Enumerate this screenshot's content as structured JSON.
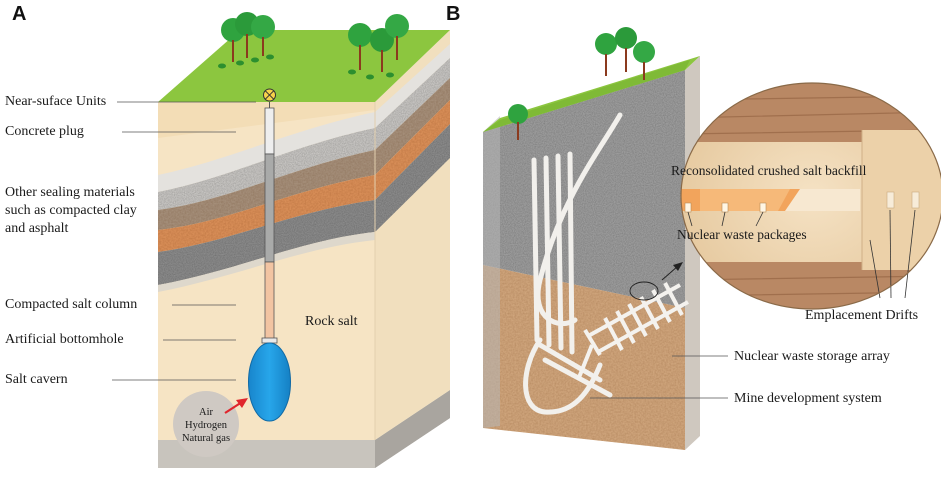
{
  "panels": {
    "a": {
      "letter": "A",
      "labels": {
        "near_surface": "Near-suface Units",
        "concrete_plug": "Concrete plug",
        "sealing_line1": "Other sealing materials",
        "sealing_line2": "such as compacted clay",
        "sealing_line3": "and asphalt",
        "salt_column": "Compacted salt column",
        "bottomhole": "Artificial bottomhole",
        "salt_cavern": "Salt cavern",
        "rock_salt": "Rock salt",
        "gas_air": "Air",
        "gas_hydrogen": "Hydrogen",
        "gas_natural": "Natural gas"
      }
    },
    "b": {
      "letter": "B",
      "labels": {
        "backfill": "Reconsolidated crushed salt backfill",
        "waste_packages": "Nuclear waste packages",
        "emplacement_drifts": "Emplacement Drifts",
        "storage_array": "Nuclear waste storage array",
        "mine_system": "Mine development system"
      }
    }
  },
  "colors": {
    "grass": "#8cc63f",
    "sand": "#f2dcb5",
    "salt": "#f6e6c8",
    "cavern": "#1f9be0",
    "arrow": "#e0262c",
    "granite": "#9b9b9b",
    "brown_rock": "#cfa57c"
  }
}
